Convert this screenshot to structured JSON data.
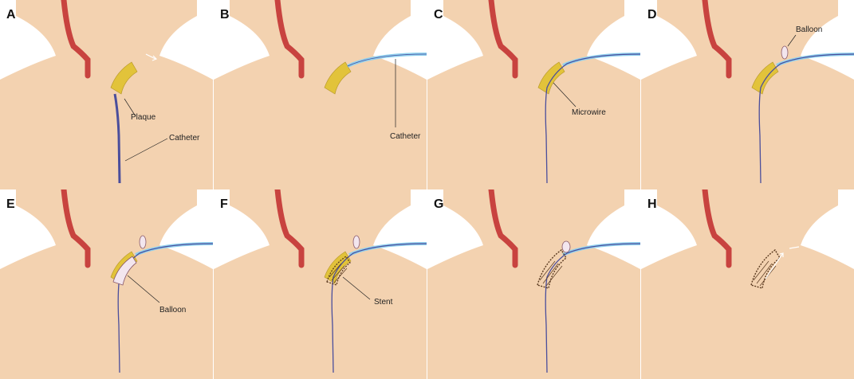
{
  "panels": [
    {
      "label": "A",
      "annotations": [
        "Plaque",
        "Catheter"
      ]
    },
    {
      "label": "B",
      "annotations": [
        "Catheter"
      ]
    },
    {
      "label": "C",
      "annotations": [
        "Microwire"
      ]
    },
    {
      "label": "D",
      "annotations": [
        "Balloon"
      ]
    },
    {
      "label": "E",
      "annotations": [
        "Balloon"
      ]
    },
    {
      "label": "F",
      "annotations": [
        "Stent"
      ]
    },
    {
      "label": "G",
      "annotations": []
    },
    {
      "label": "H",
      "annotations": []
    }
  ],
  "colors": {
    "skin": "#f6dcc0",
    "artery": "#c8433f",
    "artery_dark": "#9e2e2b",
    "plaque": "#e2c33a",
    "catheter": "#8fd0ee",
    "wire": "#4a4e9c",
    "balloon": "#f3e6ee",
    "stent": "#5a3a20"
  }
}
